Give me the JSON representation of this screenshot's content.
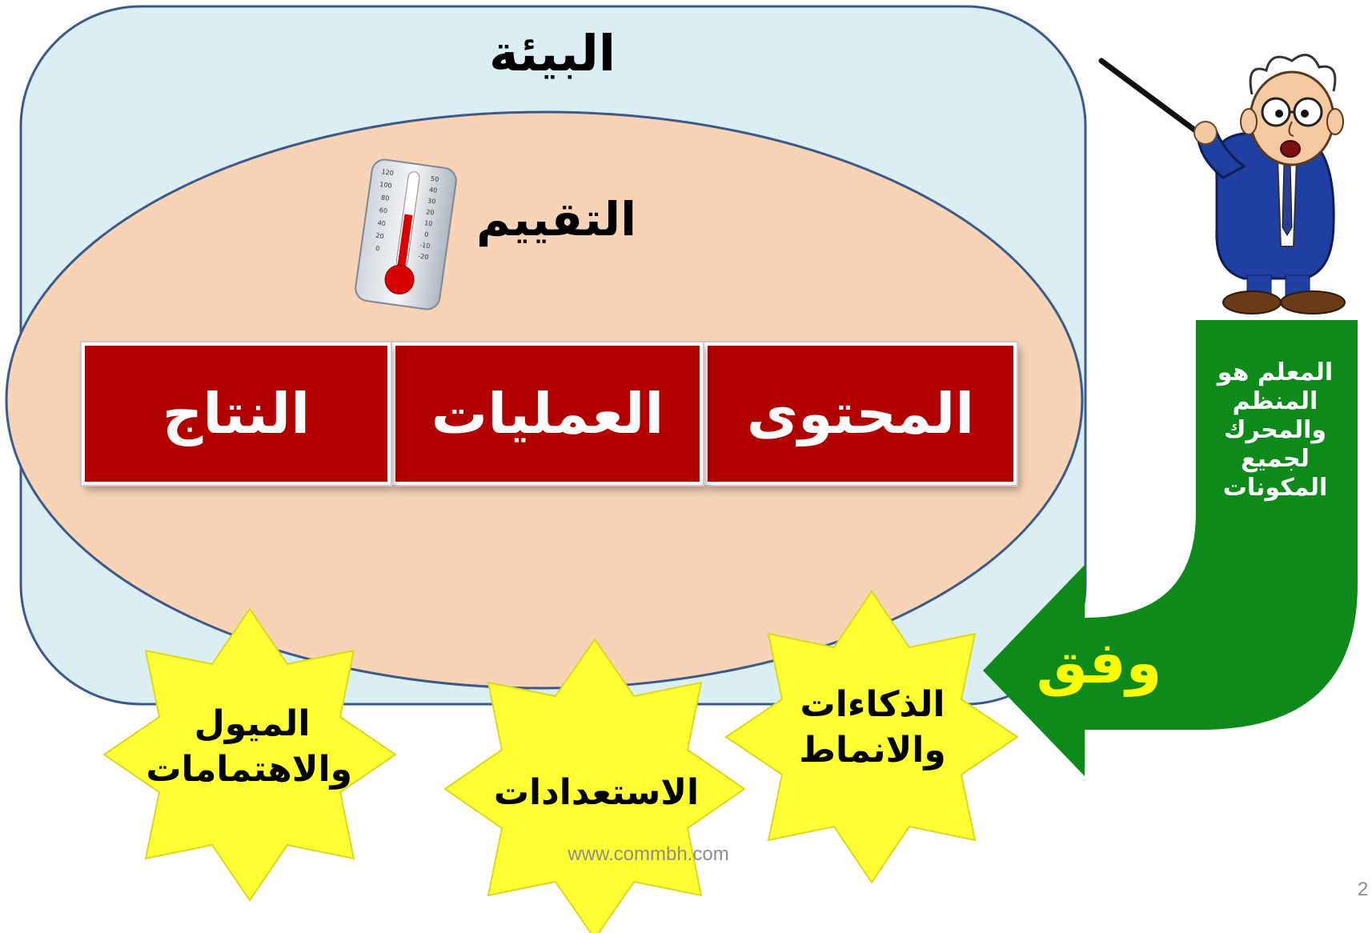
{
  "environment": {
    "label": "البيئة"
  },
  "assessment": {
    "label": "التقييم"
  },
  "boxes": [
    {
      "label": "المحتوى"
    },
    {
      "label": "العمليات"
    },
    {
      "label": "النتاج"
    }
  ],
  "stars": [
    {
      "line1": "الذكاءات",
      "line2": "والانماط"
    },
    {
      "line1": "الاستعدادات"
    },
    {
      "line1": "الميول",
      "line2": "والاهتمامات"
    }
  ],
  "arrow": {
    "lines": [
      "المعلم هو",
      "المنظم",
      "والمحرك",
      "لجميع",
      "المكونات"
    ],
    "according": "وفق"
  },
  "footer": {
    "website": "www.commbh.com",
    "page_number": "2"
  },
  "thermometer": {
    "ticks_f": [
      "120",
      "100",
      "80",
      "60",
      "40",
      "20",
      "0"
    ],
    "ticks_c": [
      "50",
      "40",
      "30",
      "20",
      "10",
      "0",
      "-10",
      "-20"
    ]
  },
  "colors": {
    "environment_fill": "#dbeef4",
    "outline": "#3b5a8c",
    "ellipse_fill": "#f9d3b6",
    "box_fill": "#b20000",
    "star_fill": "#ffff33",
    "arrow_fill": "#0d8a1a",
    "according_text": "#ffff00"
  },
  "icons": [
    "thermometer-icon",
    "teacher-with-pointer-icon"
  ]
}
